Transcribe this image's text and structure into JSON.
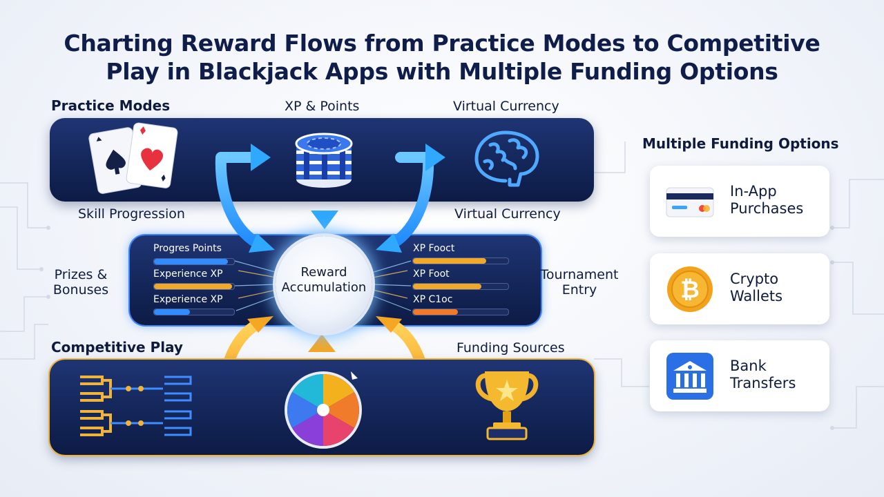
{
  "title_line1": "Charting Reward Flows from Practice Modes to Competitive",
  "title_line2": "Play in Blackjack Apps with Multiple Funding Options",
  "labels": {
    "practice_modes": "Practice Modes",
    "xp_points": "XP & Points",
    "virtual_currency_top": "Virtual Currency",
    "skill_progression": "Skill Progression",
    "virtual_currency_mid": "Virtual Currency",
    "prizes_line1": "Prizes &",
    "prizes_line2": "Bonuses",
    "tournament_line1": "Tournament",
    "tournament_line2": "Entry",
    "competitive_play": "Competitive Play",
    "funding_sources": "Funding Sources",
    "multiple_funding_options": "Multiple Funding Options"
  },
  "hub": {
    "line1": "Reward",
    "line2": "Accumulation"
  },
  "left_bars": [
    {
      "label": "Progres Points",
      "fill": 0.92,
      "color": "#2f8dff"
    },
    {
      "label": "Experience XP",
      "fill": 0.97,
      "color": "#f0a928"
    },
    {
      "label": "Experience XP",
      "fill": 0.45,
      "color": "#2f8dff"
    }
  ],
  "right_bars": [
    {
      "label": "XP Fooct",
      "fill": 0.77,
      "color": "#f0a928"
    },
    {
      "label": "XP Foot",
      "fill": 0.72,
      "color": "#f0a928"
    },
    {
      "label": "XP C1oc",
      "fill": 0.47,
      "color": "#f07a28"
    }
  ],
  "funding": [
    {
      "icon": "credit-card-icon",
      "line1": "In-App",
      "line2": "Purchases"
    },
    {
      "icon": "bitcoin-icon",
      "line1": "Crypto",
      "line2": "Wallets"
    },
    {
      "icon": "bank-icon",
      "line1": "Bank",
      "line2": "Transfers"
    }
  ],
  "colors": {
    "blue_flow": "#2fa8ff",
    "gold_flow": "#f5a623",
    "panel": "#142659",
    "title": "#0f1d4a"
  }
}
